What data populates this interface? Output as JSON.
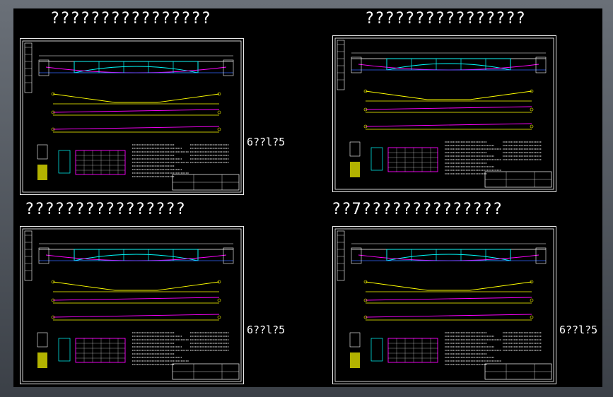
{
  "colors": {
    "background": "#000000",
    "frame": "#ffffff",
    "cyan": "#00ffff",
    "magenta": "#ff00ff",
    "yellow": "#ffff00",
    "blue": "#3366ff",
    "white": "#ffffff"
  },
  "sheets": [
    {
      "id": "top-left",
      "title": "????????????????",
      "side_label": "6??l?5"
    },
    {
      "id": "top-right",
      "title": "????????????????",
      "side_label": ""
    },
    {
      "id": "bottom-left",
      "title": "????????????????",
      "side_label": "6??l?5"
    },
    {
      "id": "bottom-right",
      "title": "??7??????????????",
      "side_label": "6??l?5"
    }
  ]
}
